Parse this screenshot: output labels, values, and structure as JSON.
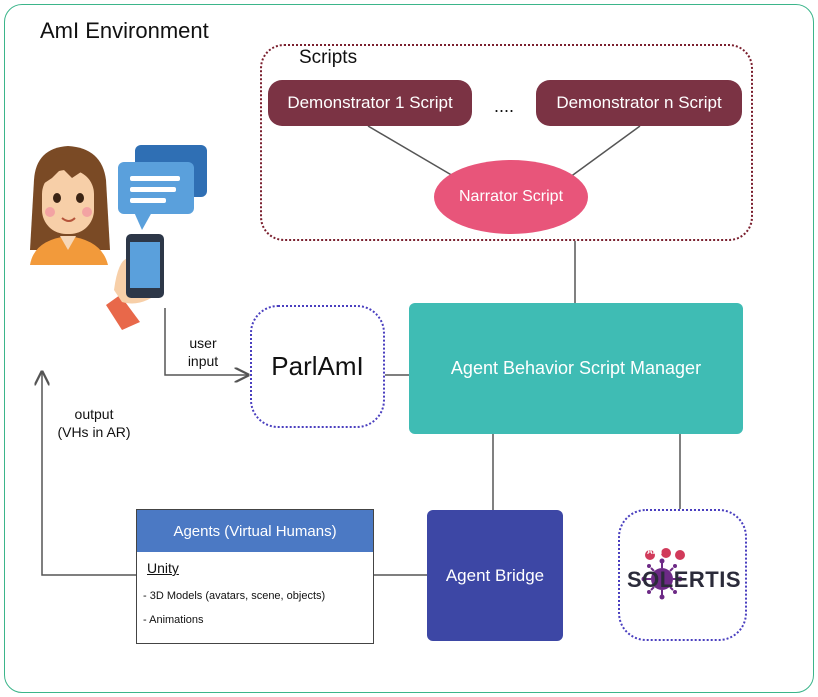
{
  "environment_title": "AmI Environment",
  "scripts": {
    "title": "Scripts",
    "demonstrator_1": "Demonstrator 1 Script",
    "ellipsis": "....",
    "demonstrator_n": "Demonstrator n Script",
    "narrator": "Narrator Script"
  },
  "user_input_label": "user\ninput",
  "output_label": "output\n(VHs in AR)",
  "parlaml": "ParlAmI",
  "script_manager": "Agent Behavior Script Manager",
  "agent_bridge": "Agent Bridge",
  "agents": {
    "header": "Agents (Virtual Humans)",
    "platform": "Unity",
    "items": [
      "- 3D Models (avatars, scene, objects)",
      "- Animations"
    ]
  },
  "solertis": {
    "badge": "AmI",
    "name": "SOLERTIS"
  },
  "colors": {
    "frame": "#3bb58a",
    "demonstrator": "#7b3344",
    "narrator": "#e8557a",
    "manager": "#3fbcb4",
    "bridge": "#3d47a5",
    "agents_header": "#4b79c4",
    "dotted_border": "#4a3fbf",
    "scripts_border": "#7a1f2e"
  }
}
